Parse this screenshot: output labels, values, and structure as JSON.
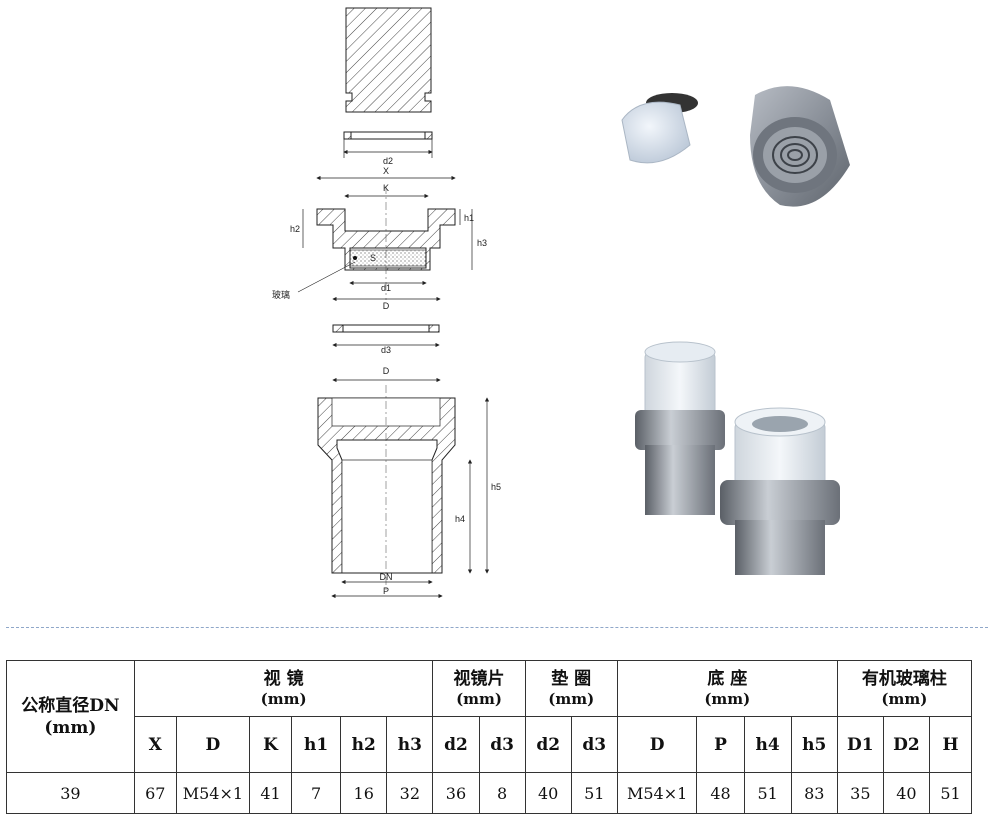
{
  "drawing": {
    "labels": {
      "d2_a": "d2",
      "x": "X",
      "k": "K",
      "h1": "h1",
      "h2": "h2",
      "h3": "h3",
      "s": "S",
      "d1": "d1",
      "d_mid": "D",
      "glass": "玻璃",
      "d3": "d3",
      "d_base": "D",
      "h4": "h4",
      "h5": "h5",
      "dn": "DN",
      "p": "P"
    }
  },
  "table": {
    "header": {
      "dn_title": "公称直径DN",
      "dn_unit": "(mm)",
      "groups": [
        {
          "name": "视 镜",
          "unit": "(mm)"
        },
        {
          "name": "视镜片",
          "unit": "(mm)"
        },
        {
          "name": "垫 圈",
          "unit": "(mm)"
        },
        {
          "name": "底 座",
          "unit": "(mm)"
        },
        {
          "name": "有机玻璃柱",
          "unit": "(mm)"
        }
      ],
      "columns": [
        "X",
        "D",
        "K",
        "h1",
        "h2",
        "h3",
        "d2",
        "d3",
        "d2",
        "d3",
        "D",
        "P",
        "h4",
        "h5",
        "D1",
        "D2",
        "H"
      ]
    },
    "row": {
      "dn": "39",
      "values": [
        "67",
        "M54×1",
        "41",
        "7",
        "16",
        "32",
        "36",
        "8",
        "40",
        "51",
        "M54×1",
        "48",
        "51",
        "83",
        "35",
        "40",
        "51"
      ]
    }
  },
  "colors": {
    "separator": "#8fa7c9",
    "metal": "#8e939a",
    "glass": "#dfe6ee"
  }
}
